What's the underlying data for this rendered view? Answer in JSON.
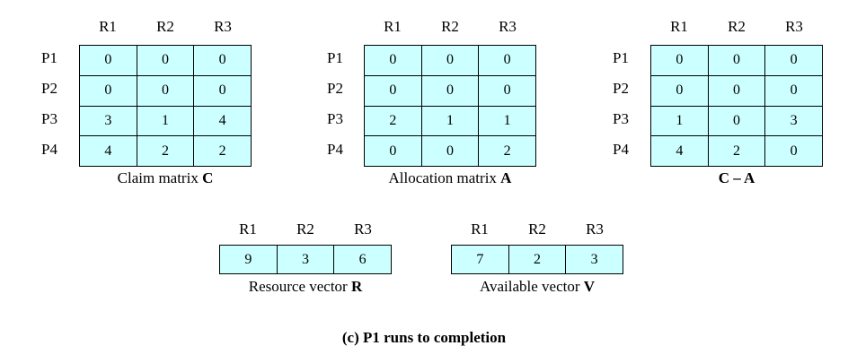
{
  "col_headers": [
    "R1",
    "R2",
    "R3"
  ],
  "row_headers": [
    "P1",
    "P2",
    "P3",
    "P4"
  ],
  "claim": {
    "label": "Claim matrix ",
    "bold": "C",
    "rows": [
      [
        "0",
        "0",
        "0"
      ],
      [
        "0",
        "0",
        "0"
      ],
      [
        "3",
        "1",
        "4"
      ],
      [
        "4",
        "2",
        "2"
      ]
    ]
  },
  "allocation": {
    "label": "Allocation matrix ",
    "bold": "A",
    "rows": [
      [
        "0",
        "0",
        "0"
      ],
      [
        "0",
        "0",
        "0"
      ],
      [
        "2",
        "1",
        "1"
      ],
      [
        "0",
        "0",
        "2"
      ]
    ]
  },
  "need": {
    "label": "",
    "bold": "C – A",
    "rows": [
      [
        "0",
        "0",
        "0"
      ],
      [
        "0",
        "0",
        "0"
      ],
      [
        "1",
        "0",
        "3"
      ],
      [
        "4",
        "2",
        "0"
      ]
    ]
  },
  "resource": {
    "label": "Resource vector ",
    "bold": "R",
    "values": [
      "9",
      "3",
      "6"
    ]
  },
  "available": {
    "label": "Available vector ",
    "bold": "V",
    "values": [
      "7",
      "2",
      "3"
    ]
  },
  "figure_caption": "(c) P1 runs to completion"
}
